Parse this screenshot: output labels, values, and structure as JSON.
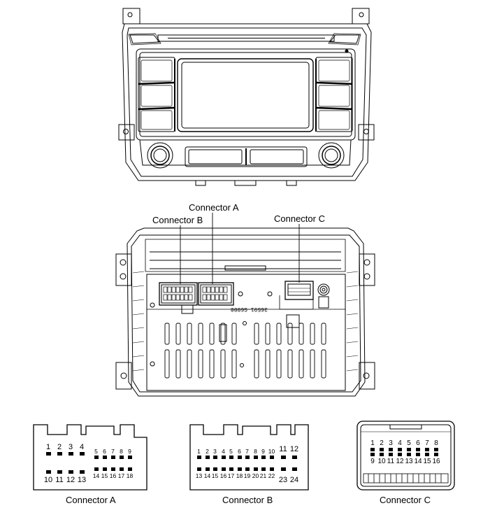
{
  "callouts": {
    "connector_a": "Connector A",
    "connector_b": "Connector B",
    "connector_c": "Connector C"
  },
  "captions": {
    "a": "Connector A",
    "b": "Connector B",
    "c": "Connector C"
  },
  "board_marking": "36591-G6000",
  "connector_a_pins": {
    "top_left": [
      "1",
      "2",
      "3",
      "4"
    ],
    "top_right": [
      "5",
      "6",
      "7",
      "8",
      "9"
    ],
    "bottom_left": [
      "10",
      "11",
      "12",
      "13"
    ],
    "bottom_right": [
      "14",
      "15",
      "16",
      "17",
      "18"
    ]
  },
  "connector_b_pins": {
    "top_main": [
      "1",
      "2",
      "3",
      "4",
      "5",
      "6",
      "7",
      "8",
      "9",
      "10"
    ],
    "top_side": [
      "11",
      "12"
    ],
    "bottom_main": [
      "13",
      "14",
      "15",
      "16",
      "17",
      "18",
      "19",
      "20",
      "21",
      "22"
    ],
    "bottom_side": [
      "23",
      "24"
    ]
  },
  "connector_c_pins": {
    "top": [
      "1",
      "2",
      "3",
      "4",
      "5",
      "6",
      "7",
      "8"
    ],
    "bottom": [
      "9",
      "10",
      "11",
      "12",
      "13",
      "14",
      "15",
      "16"
    ]
  }
}
